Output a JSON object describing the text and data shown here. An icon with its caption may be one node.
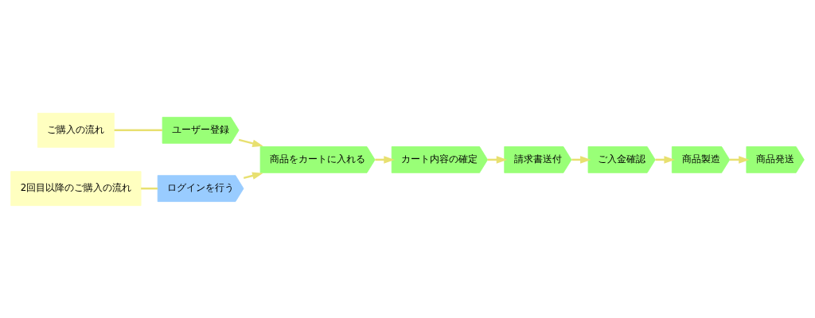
{
  "diagram": {
    "nodes": [
      {
        "text": [
          "ご購入の流れ"
        ]
      },
      {
        "text": [
          "ユーザー登録"
        ]
      },
      {
        "text": [
          "商品をカートに入れる"
        ]
      },
      {
        "text": [
          "カート内容の確定"
        ]
      },
      {
        "text": [
          "請求書送付"
        ]
      },
      {
        "text": [
          "ご入金確認"
        ]
      },
      {
        "text": [
          "商品製造"
        ]
      },
      {
        "text": [
          "商品発送"
        ]
      },
      {
        "text": [
          "2回目以降のご購入の流れ"
        ]
      },
      {
        "text": [
          "ログインを行う"
        ]
      }
    ],
    "edges": [
      {
        "from": 0,
        "to": 1,
        "arrow": "none"
      },
      {
        "from": 1,
        "to": 2,
        "arrow": "to"
      },
      {
        "from": 2,
        "to": 3,
        "arrow": "to"
      },
      {
        "from": 3,
        "to": 4,
        "arrow": "to"
      },
      {
        "from": 4,
        "to": 5,
        "arrow": "to"
      },
      {
        "from": 5,
        "to": 6,
        "arrow": "to"
      },
      {
        "from": 6,
        "to": 7,
        "arrow": "to"
      },
      {
        "from": 8,
        "to": 9,
        "arrow": "none"
      },
      {
        "from": 9,
        "to": 2,
        "arrow": "to"
      }
    ]
  }
}
